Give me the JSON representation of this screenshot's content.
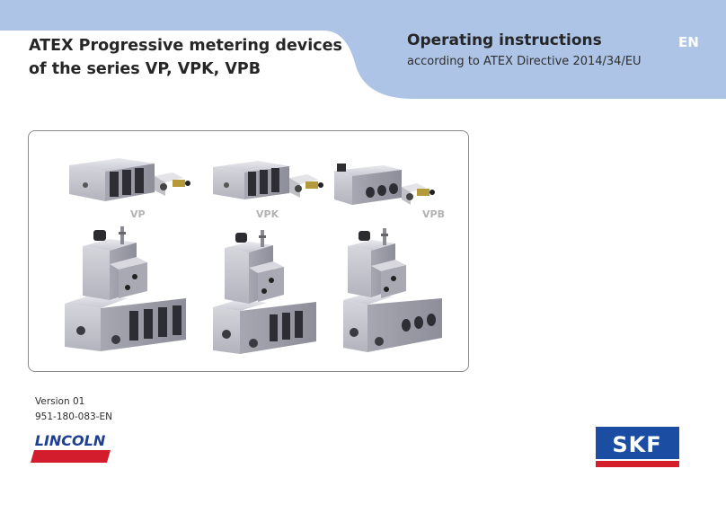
{
  "header": {
    "title_line1": "ATEX Progressive metering devices",
    "title_line2": "of the series VP, VPK, VPB",
    "operating_title": "Operating instructions",
    "operating_subtitle": "according to ATEX Directive 2014/34/EU",
    "language": "EN"
  },
  "figure": {
    "labels": {
      "vp": "VP",
      "vpk": "VPK",
      "vpb": "VPB"
    }
  },
  "meta": {
    "version": "Version 01",
    "document_number": "951-180-083-EN"
  },
  "brands": {
    "lincoln": "LINCOLN",
    "skf": "SKF"
  },
  "colors": {
    "header_band": "#aec4e6",
    "lincoln_red": "#d31d2c",
    "lincoln_blue": "#1f3f92",
    "skf_blue": "#1b4ea2",
    "skf_red": "#d4202a"
  }
}
